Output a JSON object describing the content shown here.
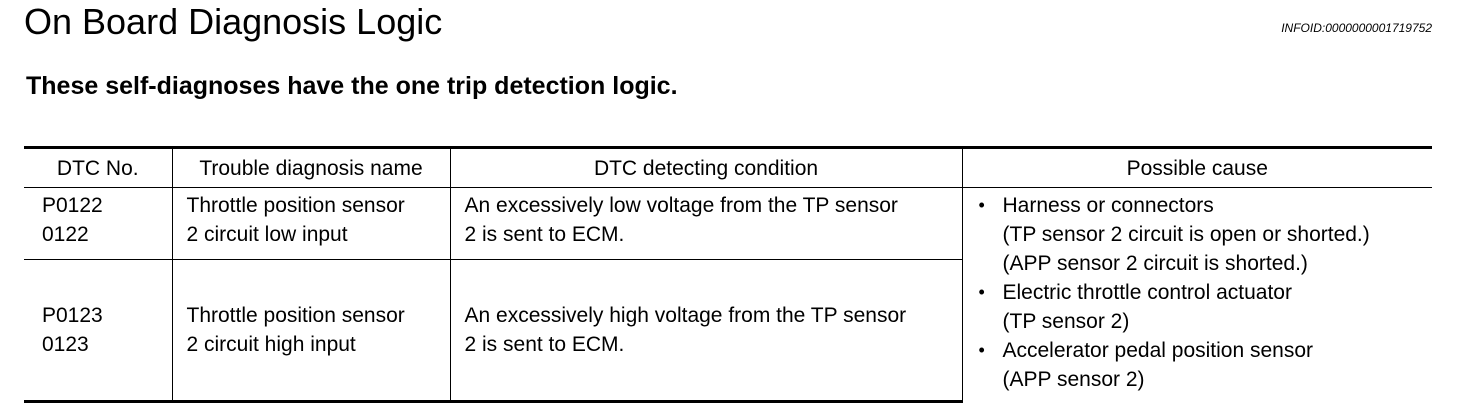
{
  "header": {
    "title": "On Board Diagnosis Logic",
    "info_id": "INFOID:0000000001719752"
  },
  "subtitle": "These self-diagnoses have the one trip detection logic.",
  "table": {
    "columns": [
      "DTC No.",
      "Trouble diagnosis name",
      "DTC detecting condition",
      "Possible cause"
    ],
    "rows": [
      {
        "dtc_no": [
          "P0122",
          "0122"
        ],
        "name": [
          "Throttle position sensor",
          "2 circuit low input"
        ],
        "condition": [
          "An excessively low voltage from the TP sensor",
          "2 is sent to ECM."
        ]
      },
      {
        "dtc_no": [
          "P0123",
          "0123"
        ],
        "name": [
          "Throttle position sensor",
          "2 circuit high input"
        ],
        "condition": [
          "An excessively high voltage from the TP sensor",
          "2 is sent to ECM."
        ]
      }
    ],
    "bullet_glyph": "•",
    "possible_causes": [
      {
        "lines": [
          "Harness or connectors",
          "(TP sensor 2 circuit is open or shorted.)",
          "(APP sensor 2 circuit is shorted.)"
        ]
      },
      {
        "lines": [
          "Electric throttle control actuator",
          "(TP sensor 2)"
        ]
      },
      {
        "lines": [
          "Accelerator pedal position sensor",
          "(APP sensor 2)"
        ]
      }
    ]
  }
}
